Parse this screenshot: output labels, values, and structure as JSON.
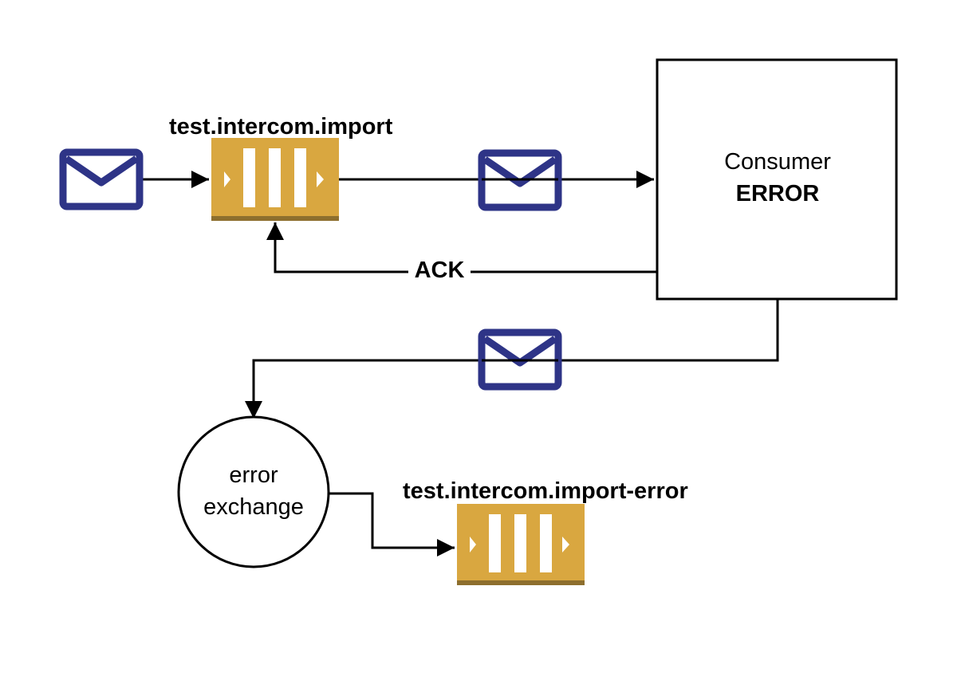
{
  "queues": {
    "main": {
      "label": "test.intercom.import"
    },
    "error": {
      "label": "test.intercom.import-error"
    }
  },
  "consumer": {
    "title": "Consumer",
    "status": "ERROR"
  },
  "ack": {
    "label": "ACK"
  },
  "exchange": {
    "line1": "error",
    "line2": "exchange"
  },
  "colors": {
    "envelope": "#2e3487",
    "queue_fill": "#d9a740",
    "queue_shadow": "#8d6f2e",
    "line": "#000000"
  },
  "icons": {
    "message": "envelope-icon",
    "queue": "queue-icon"
  }
}
